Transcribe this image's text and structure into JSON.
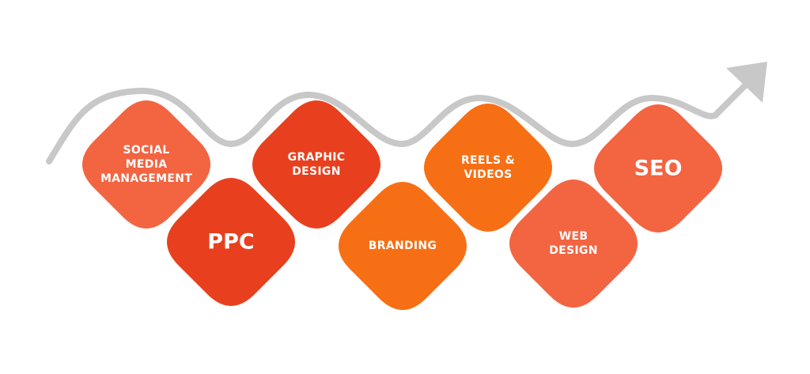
{
  "colors": {
    "wave": "#c8c8c8",
    "red": "#e8401e",
    "coral": "#f36441",
    "orange": "#f76f14"
  },
  "services": [
    {
      "id": "social",
      "lines": [
        "SOCIAL",
        "MEDIA",
        "MANAGEMENT"
      ],
      "color_key": "coral"
    },
    {
      "id": "ppc",
      "lines": [
        "PPC"
      ],
      "color_key": "red"
    },
    {
      "id": "graphic",
      "lines": [
        "GRAPHIC",
        "DESIGN"
      ],
      "color_key": "red"
    },
    {
      "id": "branding",
      "lines": [
        "BRANDING"
      ],
      "color_key": "orange"
    },
    {
      "id": "reels",
      "lines": [
        "REELS &",
        "VIDEOS"
      ],
      "color_key": "orange"
    },
    {
      "id": "web",
      "lines": [
        "WEB",
        "DESIGN"
      ],
      "color_key": "coral"
    },
    {
      "id": "seo",
      "lines": [
        "SEO"
      ],
      "color_key": "coral"
    }
  ]
}
